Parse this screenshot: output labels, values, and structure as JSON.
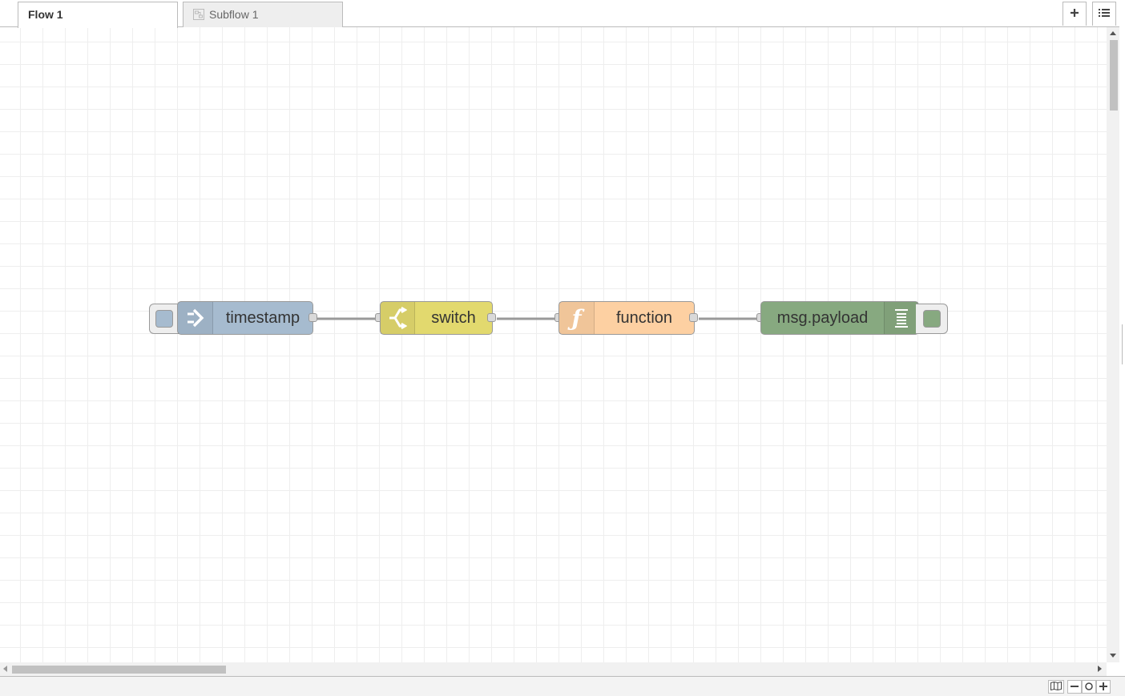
{
  "tabs": [
    {
      "label": "Flow 1",
      "active": true
    },
    {
      "label": "Subflow 1",
      "active": false,
      "icon": "subflow-icon"
    }
  ],
  "toolbar": {
    "add_icon": "plus-icon",
    "list_icon": "list-icon"
  },
  "nodes": [
    {
      "label": "timestamp",
      "type": "inject",
      "color": "#a6bbcf",
      "icon": "inject-arrow-icon"
    },
    {
      "label": "switch",
      "type": "switch",
      "color": "#e2d96e",
      "icon": "switch-icon"
    },
    {
      "label": "function",
      "type": "function",
      "color": "#fdd0a2",
      "icon": "function-icon"
    },
    {
      "label": "msg.payload",
      "type": "debug",
      "color": "#87a980",
      "icon": "debug-list-icon"
    }
  ],
  "footer": {
    "map_icon": "navigator-icon",
    "zoom_out_icon": "zoom-out-icon",
    "zoom_reset_icon": "zoom-reset-icon",
    "zoom_in_icon": "zoom-in-icon"
  },
  "colors": {
    "grid": "#eeeeee",
    "border": "#bbbbbb",
    "wire": "#999999"
  }
}
